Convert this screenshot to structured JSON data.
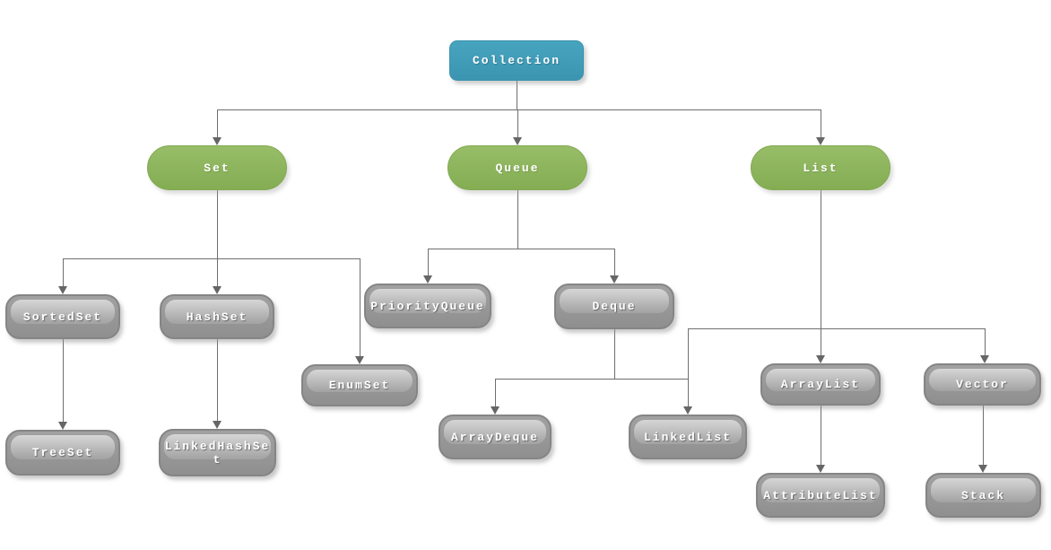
{
  "diagram": {
    "type": "hierarchy",
    "background": "#ffffff",
    "colors": {
      "root_node": "#3f9db8",
      "interface_node": "#8db55e",
      "implementation_node": "#999999",
      "connector_line": "#6f6f6f"
    },
    "nodes": {
      "collection": {
        "label": "Collection",
        "shape": "rounded-rect",
        "color": "#3f9db8"
      },
      "set": {
        "label": "Set",
        "shape": "pill",
        "color": "#8db55e"
      },
      "queue": {
        "label": "Queue",
        "shape": "pill",
        "color": "#8db55e"
      },
      "list": {
        "label": "List",
        "shape": "pill",
        "color": "#8db55e"
      },
      "sortedset": {
        "label": "SortedSet",
        "shape": "glossy-rounded-rect",
        "color": "#999999"
      },
      "hashset": {
        "label": "HashSet",
        "shape": "glossy-rounded-rect",
        "color": "#999999"
      },
      "priorityqueue": {
        "label": "PriorityQueue",
        "shape": "glossy-rounded-rect",
        "color": "#999999"
      },
      "deque": {
        "label": "Deque",
        "shape": "glossy-rounded-rect",
        "color": "#999999"
      },
      "enumset": {
        "label": "EnumSet",
        "shape": "glossy-rounded-rect",
        "color": "#999999"
      },
      "arraydeque": {
        "label": "ArrayDeque",
        "shape": "glossy-rounded-rect",
        "color": "#999999"
      },
      "linkedlist": {
        "label": "LinkedList",
        "shape": "glossy-rounded-rect",
        "color": "#999999"
      },
      "arraylist": {
        "label": "ArrayList",
        "shape": "glossy-rounded-rect",
        "color": "#999999"
      },
      "vector": {
        "label": "Vector",
        "shape": "glossy-rounded-rect",
        "color": "#999999"
      },
      "treeset": {
        "label": "TreeSet",
        "shape": "glossy-rounded-rect",
        "color": "#999999"
      },
      "linkedhashset": {
        "label": "LinkedHashSet",
        "shape": "glossy-rounded-rect",
        "color": "#999999"
      },
      "attributelist": {
        "label": "AttributeList",
        "shape": "glossy-rounded-rect",
        "color": "#999999"
      },
      "stack": {
        "label": "Stack",
        "shape": "glossy-rounded-rect",
        "color": "#999999"
      }
    },
    "edges": [
      {
        "from": "Collection",
        "to": "Set"
      },
      {
        "from": "Collection",
        "to": "Queue"
      },
      {
        "from": "Collection",
        "to": "List"
      },
      {
        "from": "Set",
        "to": "SortedSet"
      },
      {
        "from": "Set",
        "to": "HashSet"
      },
      {
        "from": "Set",
        "to": "EnumSet"
      },
      {
        "from": "Queue",
        "to": "PriorityQueue"
      },
      {
        "from": "Queue",
        "to": "Deque"
      },
      {
        "from": "Deque",
        "to": "ArrayDeque"
      },
      {
        "from": "Deque",
        "to": "LinkedList"
      },
      {
        "from": "List",
        "to": "LinkedList"
      },
      {
        "from": "List",
        "to": "ArrayList"
      },
      {
        "from": "List",
        "to": "Vector"
      },
      {
        "from": "SortedSet",
        "to": "TreeSet"
      },
      {
        "from": "HashSet",
        "to": "LinkedHashSet"
      },
      {
        "from": "ArrayList",
        "to": "AttributeList"
      },
      {
        "from": "Vector",
        "to": "Stack"
      }
    ]
  }
}
